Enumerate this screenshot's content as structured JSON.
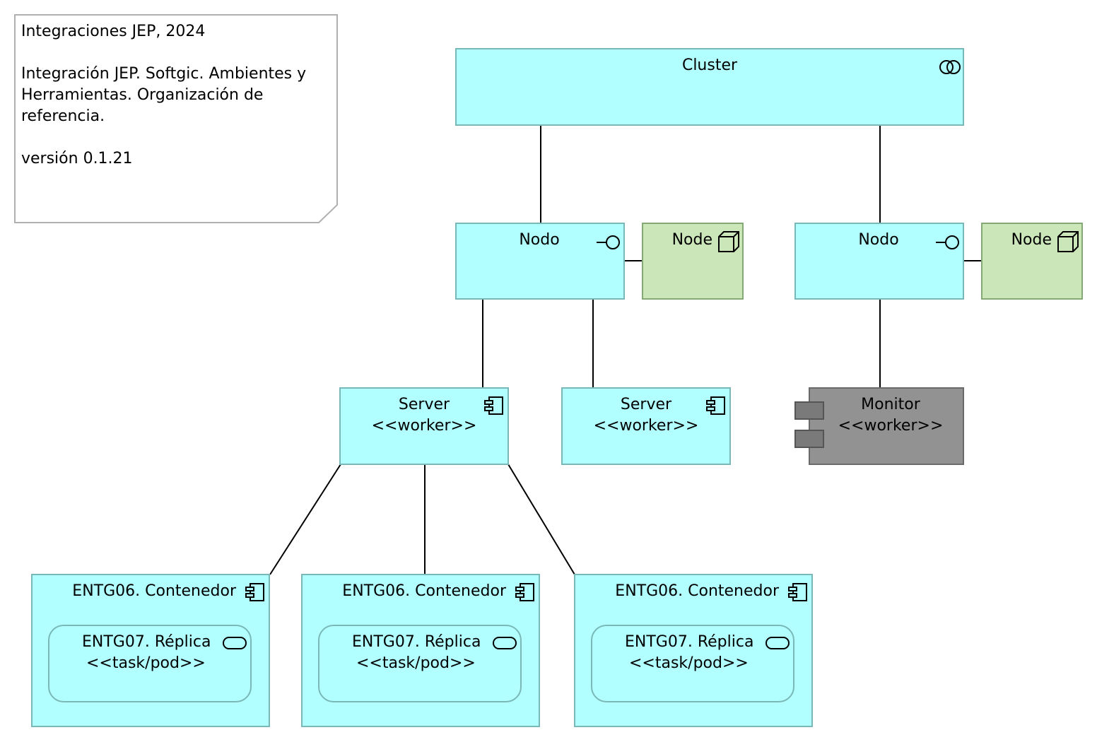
{
  "note": {
    "line1": "Integraciones JEP, 2024",
    "line2": "Integración JEP. Softgic. Ambientes y",
    "line3": "Herramientas. Organización de",
    "line4": "referencia.",
    "line5": "versión 0.1.21"
  },
  "cluster": {
    "label": "Cluster",
    "icon": "collaboration-icon"
  },
  "nodes": [
    {
      "label": "Nodo",
      "icon": "interface-icon"
    },
    {
      "label": "Nodo",
      "icon": "interface-icon"
    }
  ],
  "node_devices": [
    {
      "label": "Node",
      "icon": "node-cube-icon"
    },
    {
      "label": "Node",
      "icon": "node-cube-icon"
    }
  ],
  "servers": [
    {
      "label": "Server",
      "stereotype": "<<worker>>",
      "icon": "component-icon"
    },
    {
      "label": "Server",
      "stereotype": "<<worker>>",
      "icon": "component-icon"
    }
  ],
  "monitor": {
    "label": "Monitor",
    "stereotype": "<<worker>>"
  },
  "containers": [
    {
      "label": "ENTG06. Contenedor",
      "replica_label": "ENTG07. Réplica",
      "replica_stereotype": "<<task/pod>>"
    },
    {
      "label": "ENTG06. Contenedor",
      "replica_label": "ENTG07. Réplica",
      "replica_stereotype": "<<task/pod>>"
    },
    {
      "label": "ENTG06. Contenedor",
      "replica_label": "ENTG07. Réplica",
      "replica_stereotype": "<<task/pod>>"
    }
  ],
  "colors": {
    "application": "#b1ffff",
    "technology": "#cbe6b8",
    "monitor": "#929292",
    "note_background": "#ffffff"
  }
}
